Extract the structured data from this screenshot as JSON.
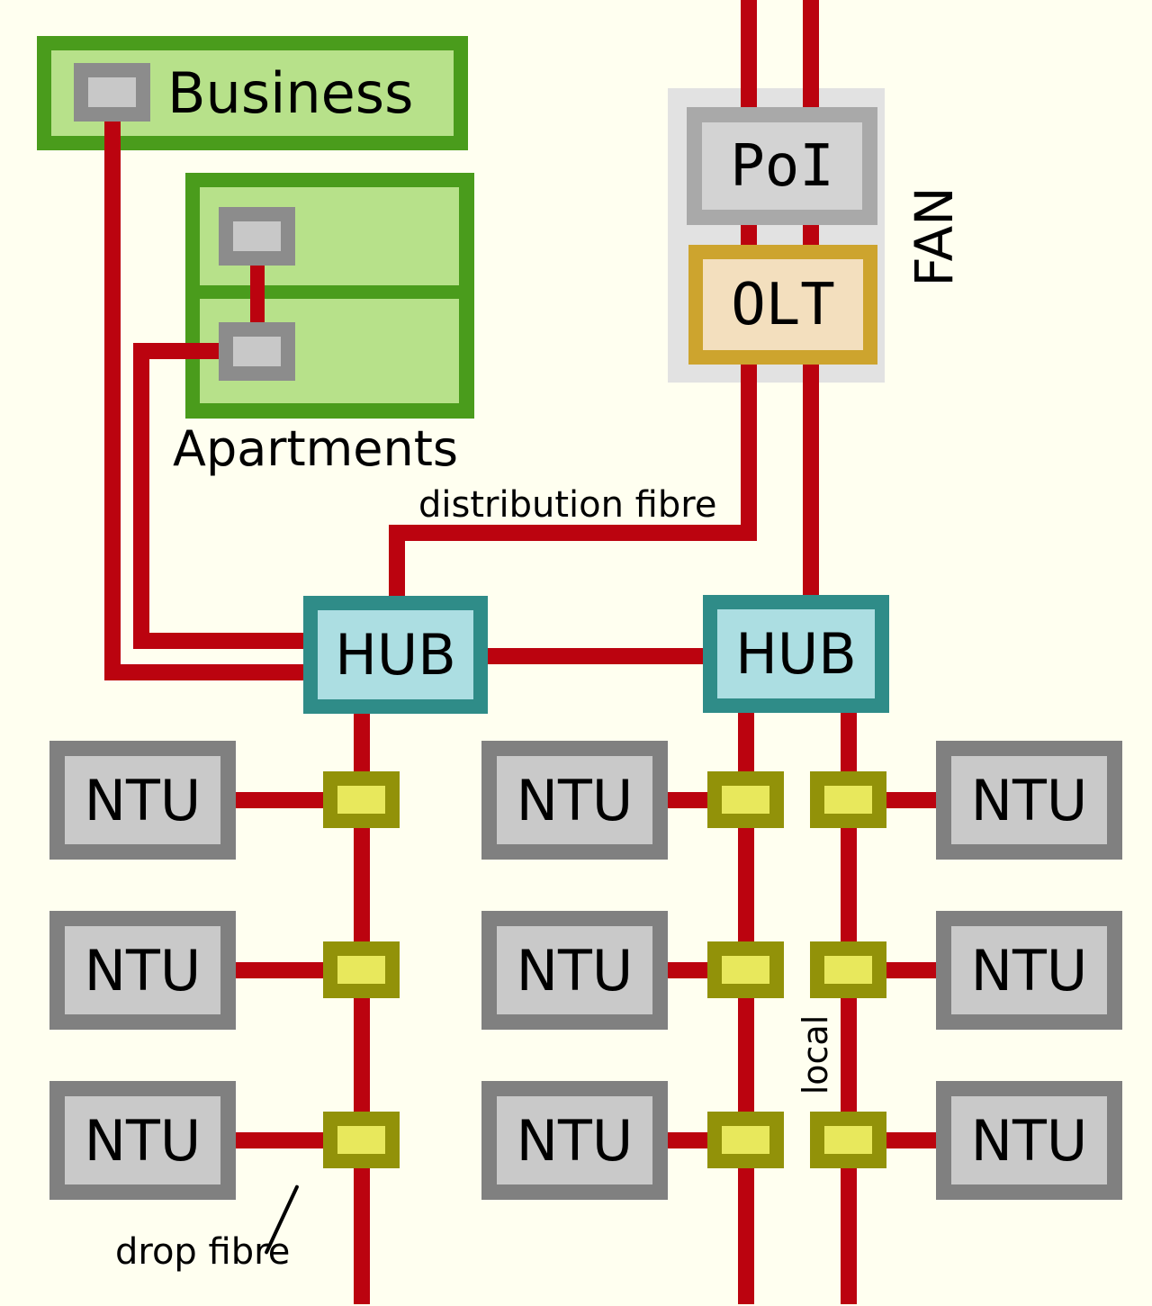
{
  "palette": {
    "bg": "#fffff0",
    "ink": "#000000",
    "red": "#bb030f",
    "green": "#4a9c1c",
    "green-light": "#b7e18a",
    "grey-border": "#8c8c8c",
    "grey-fill": "#c8c8c8",
    "ntu-border": "#808080",
    "ntu-fill": "#c9c9c9",
    "hub-border": "#2f8c88",
    "hub-fill": "#acdee2",
    "olive": "#929209",
    "yellow": "#e8e85c",
    "poi-border": "#a9a9a9",
    "poi-fill": "#d3d3d3",
    "olt-border": "#cda42e",
    "olt-fill": "#f3dfbe",
    "fan-bg": "#e2e2e2"
  },
  "buildings": {
    "business": {
      "label": "Business"
    },
    "apartments": {
      "label": "Apartments"
    }
  },
  "fan": {
    "label": "FAN",
    "poi": {
      "label": "PoI"
    },
    "olt": {
      "label": "OLT"
    }
  },
  "hubs": [
    {
      "label": "HUB"
    },
    {
      "label": "HUB"
    }
  ],
  "ntus": [
    {
      "label": "NTU"
    },
    {
      "label": "NTU"
    },
    {
      "label": "NTU"
    },
    {
      "label": "NTU"
    },
    {
      "label": "NTU"
    },
    {
      "label": "NTU"
    },
    {
      "label": "NTU"
    },
    {
      "label": "NTU"
    },
    {
      "label": "NTU"
    }
  ],
  "annotations": {
    "distribution_fibre": "distribution fibre",
    "drop_fibre": "drop fibre",
    "local": "local"
  }
}
